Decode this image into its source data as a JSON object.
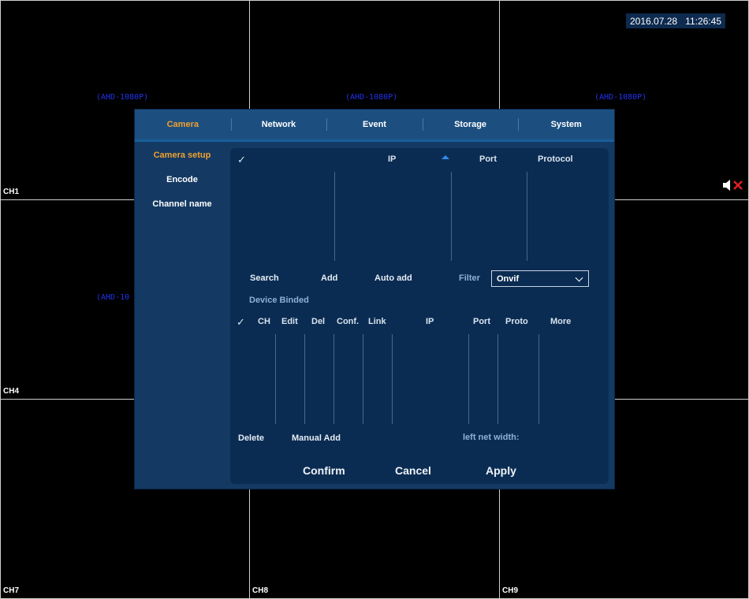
{
  "datetime": {
    "date": "2016.07.28",
    "time": "11:26:45"
  },
  "channels": {
    "ch1": "CH1",
    "ch4": "CH4",
    "ch7": "CH7",
    "ch8": "CH8",
    "ch9": "CH9"
  },
  "overlay": {
    "ahd": "(AHD-1080P)",
    "ahd_partial": "(AHD-10"
  },
  "tabs": [
    {
      "label": "Camera"
    },
    {
      "label": "Network"
    },
    {
      "label": "Event"
    },
    {
      "label": "Storage"
    },
    {
      "label": "System"
    }
  ],
  "sidebar": [
    {
      "label": "Camera setup"
    },
    {
      "label": "Encode"
    },
    {
      "label": "Channel name"
    }
  ],
  "search_table": {
    "check": "✓",
    "columns": {
      "ip": "IP",
      "port": "Port",
      "protocol": "Protocol"
    }
  },
  "actions": {
    "search": "Search",
    "add": "Add",
    "auto_add": "Auto add"
  },
  "filter": {
    "label": "Filter",
    "value": "Onvif"
  },
  "binded": {
    "title": "Device Binded",
    "check": "✓",
    "columns": {
      "ch": "CH",
      "edit": "Edit",
      "del": "Del",
      "conf": "Conf.",
      "link": "Link",
      "ip": "IP",
      "port": "Port",
      "proto": "Proto",
      "more": "More"
    }
  },
  "bottom": {
    "delete": "Delete",
    "manual_add": "Manual Add",
    "net_width": "left net width:"
  },
  "footer": {
    "confirm": "Confirm",
    "cancel": "Cancel",
    "apply": "Apply"
  },
  "colors": {
    "accent": "#f0a030",
    "dialog": "#143a63",
    "panel": "#0b2c52"
  },
  "icons": {
    "mute": "speaker-muted-icon",
    "sort": "sort-ascending-icon",
    "check": "checkmark-icon",
    "dropdown": "chevron-down-icon"
  }
}
